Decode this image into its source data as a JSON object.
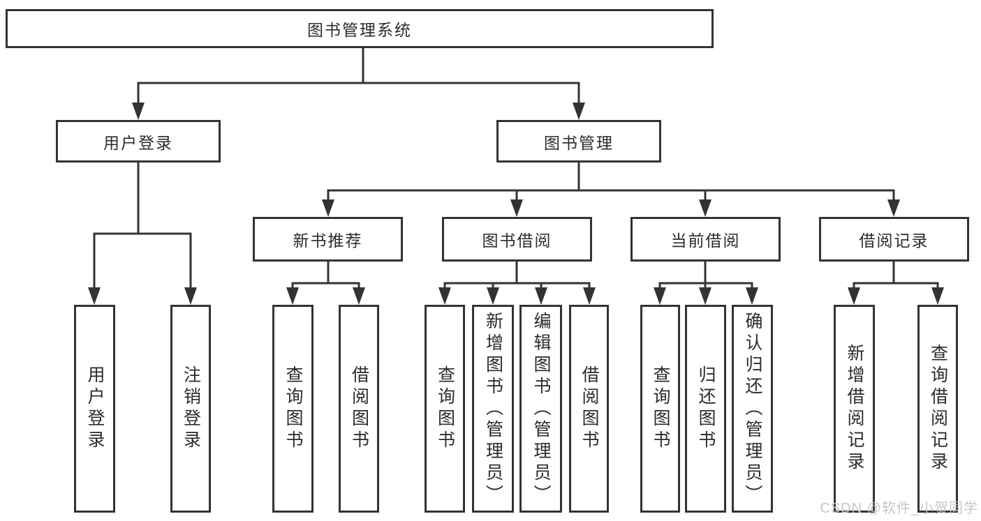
{
  "diagram": {
    "root": {
      "label": "图书管理系统"
    },
    "level2": [
      {
        "label": "用户登录"
      },
      {
        "label": "图书管理"
      }
    ],
    "level3": [
      {
        "label": "新书推荐",
        "parent": "图书管理"
      },
      {
        "label": "图书借阅",
        "parent": "图书管理"
      },
      {
        "label": "当前借阅",
        "parent": "图书管理"
      },
      {
        "label": "借阅记录",
        "parent": "图书管理"
      }
    ],
    "leaves": [
      {
        "label": "用户登录",
        "parent": "用户登录"
      },
      {
        "label": "注销登录",
        "parent": "用户登录"
      },
      {
        "label": "查询图书",
        "parent": "新书推荐"
      },
      {
        "label": "借阅图书",
        "parent": "新书推荐"
      },
      {
        "label": "查询图书",
        "parent": "图书借阅"
      },
      {
        "label": "新增图书（管理员）",
        "parent": "图书借阅"
      },
      {
        "label": "编辑图书（管理员）",
        "parent": "图书借阅"
      },
      {
        "label": "借阅图书",
        "parent": "图书借阅"
      },
      {
        "label": "查询图书",
        "parent": "当前借阅"
      },
      {
        "label": "归还图书",
        "parent": "当前借阅"
      },
      {
        "label": "确认归还（管理员）",
        "parent": "当前借阅"
      },
      {
        "label": "新增借阅记录",
        "parent": "借阅记录"
      },
      {
        "label": "查询借阅记录",
        "parent": "借阅记录"
      }
    ]
  },
  "watermark": {
    "text": "CSDN @软件_小贺同学"
  },
  "colors": {
    "line": "#333333",
    "text": "#2b2b2b",
    "watermark": "#c6c6c6",
    "background": "#ffffff"
  }
}
